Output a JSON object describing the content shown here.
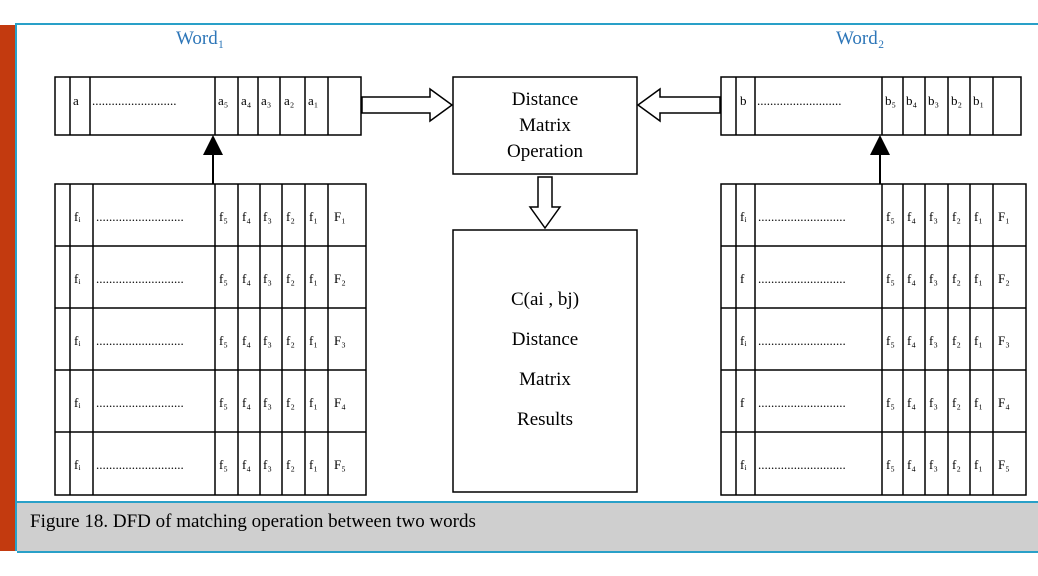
{
  "word1": {
    "title": "Word₁",
    "row": {
      "lead": "a",
      "dots": "..........................",
      "cells": [
        "a₅",
        "a₄",
        "a₃",
        "a₂",
        "a₁"
      ]
    },
    "features": [
      {
        "lead": "fᵢ",
        "dots": "...........................",
        "cells": [
          "f₅",
          "f₄",
          "f₃",
          "f₂",
          "f₁"
        ],
        "label": "F₁"
      },
      {
        "lead": "fᵢ",
        "dots": "...........................",
        "cells": [
          "f₅",
          "f₄",
          "f₃",
          "f₂",
          "f₁"
        ],
        "label": "F₂"
      },
      {
        "lead": "fᵢ",
        "dots": "...........................",
        "cells": [
          "f₅",
          "f₄",
          "f₃",
          "f₂",
          "f₁"
        ],
        "label": "F₃"
      },
      {
        "lead": "fᵢ",
        "dots": "...........................",
        "cells": [
          "f₅",
          "f₄",
          "f₃",
          "f₂",
          "f₁"
        ],
        "label": "F₄"
      },
      {
        "lead": "fᵢ",
        "dots": "...........................",
        "cells": [
          "f₅",
          "f₄",
          "f₃",
          "f₂",
          "f₁"
        ],
        "label": "F₅"
      }
    ]
  },
  "word2": {
    "title": "Word₂",
    "row": {
      "lead": "b",
      "dots": "..........................",
      "cells": [
        "b₅",
        "b₄",
        "b₃",
        "b₂",
        "b₁"
      ]
    },
    "features": [
      {
        "lead": "fᵢ",
        "dots": "...........................",
        "cells": [
          "f₅",
          "f₄",
          "f₃",
          "f₂",
          "f₁"
        ],
        "label": "F₁"
      },
      {
        "lead": "f",
        "dots": "...........................",
        "cells": [
          "f₅",
          "f₄",
          "f₃",
          "f₂",
          "f₁"
        ],
        "label": "F₂"
      },
      {
        "lead": "fᵢ",
        "dots": "...........................",
        "cells": [
          "f₅",
          "f₄",
          "f₃",
          "f₂",
          "f₁"
        ],
        "label": "F₃"
      },
      {
        "lead": "f",
        "dots": "...........................",
        "cells": [
          "f₅",
          "f₄",
          "f₃",
          "f₂",
          "f₁"
        ],
        "label": "F₄"
      },
      {
        "lead": "fᵢ",
        "dots": "...........................",
        "cells": [
          "f₅",
          "f₄",
          "f₃",
          "f₂",
          "f₁"
        ],
        "label": "F₅"
      }
    ]
  },
  "operation": {
    "lines": [
      "Distance",
      "Matrix",
      "Operation"
    ]
  },
  "results": {
    "lines": [
      "C(ai , bj)",
      "Distance",
      "Matrix",
      "Results"
    ]
  },
  "caption": "Figure 18. DFD of matching operation between two words"
}
